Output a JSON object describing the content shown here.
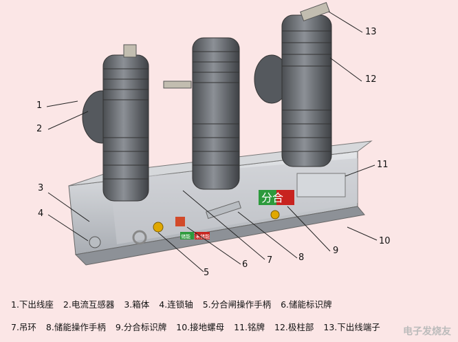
{
  "callouts": [
    "1",
    "2",
    "3",
    "4",
    "5",
    "6",
    "7",
    "8",
    "9",
    "10",
    "11",
    "12",
    "13"
  ],
  "plate_labels": {
    "close_open": "分合",
    "spring_energy": "储能",
    "spring_release": "未储能"
  },
  "legend_row1": [
    "1.下出线座",
    "2.电流互感器",
    "3.箱体",
    "4.连锁轴",
    "5.分合闸操作手柄",
    "6.储能标识牌"
  ],
  "legend_row2": [
    "7.吊环",
    "8.储能操作手柄",
    "9.分合标识牌",
    "10.接地螺母",
    "11.铭牌",
    "12.极柱部",
    "13.下出线端子"
  ],
  "watermark": "电子发烧友"
}
